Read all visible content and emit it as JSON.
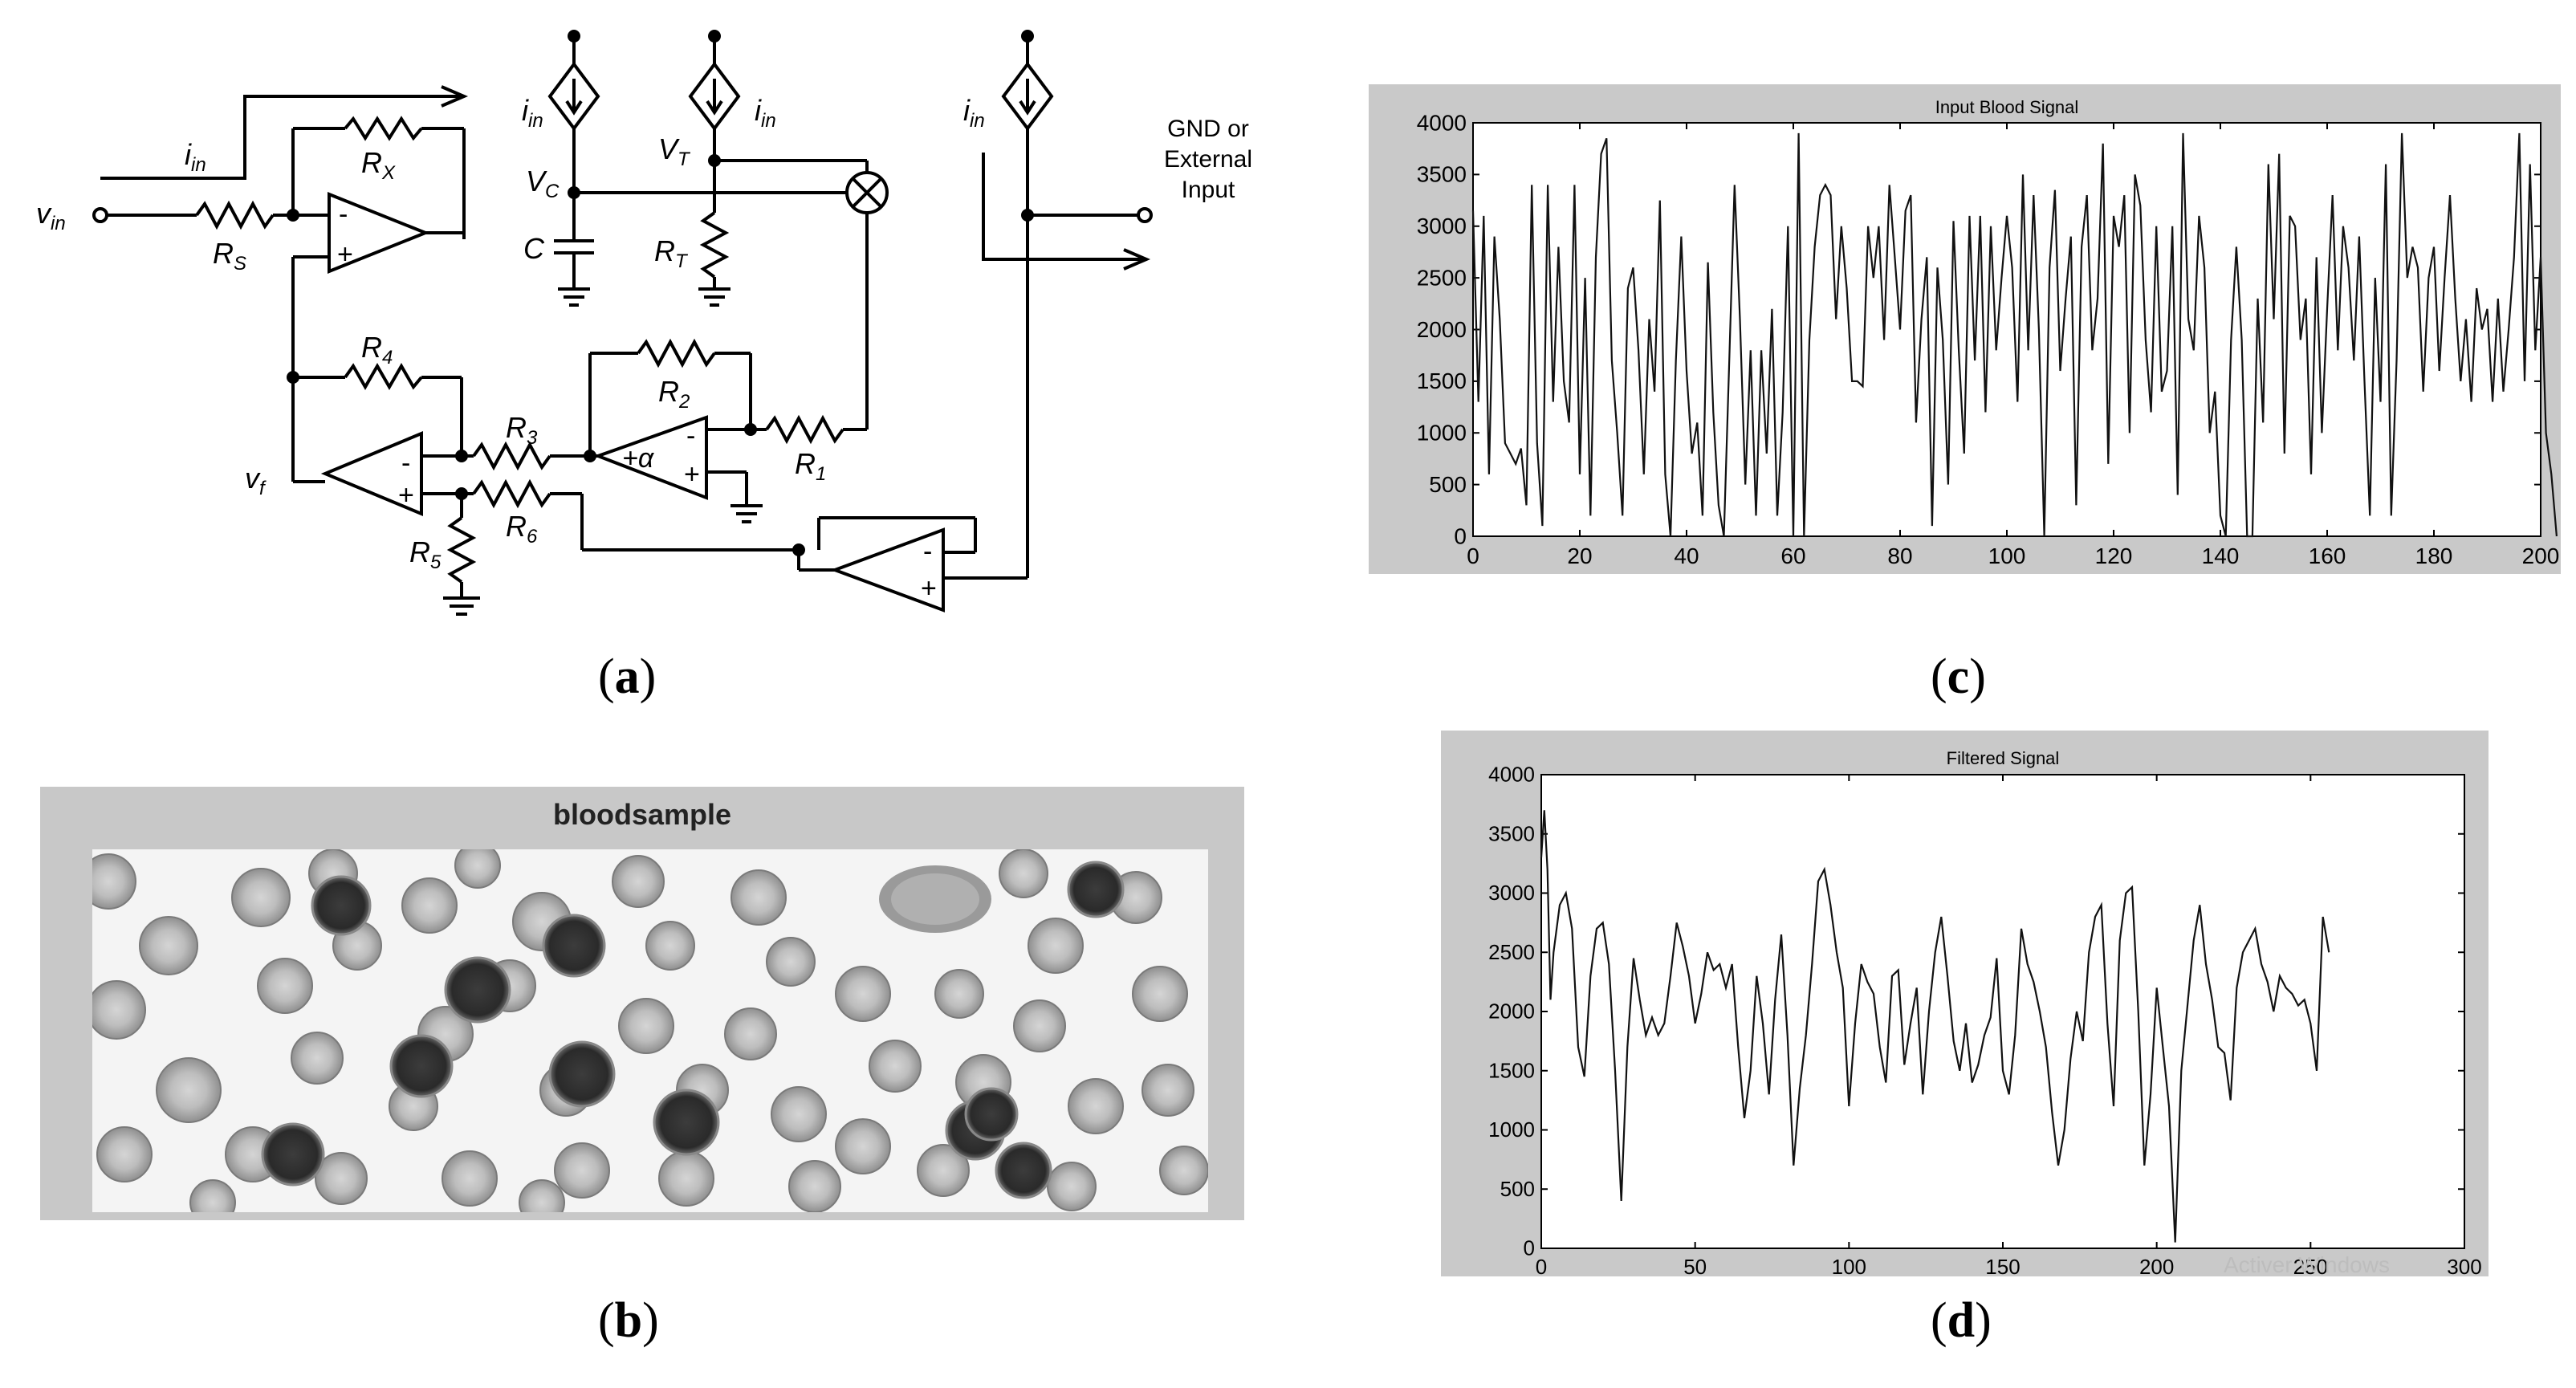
{
  "captions": {
    "a": "a",
    "b": "b",
    "c": "c",
    "d": "d"
  },
  "circuit": {
    "labels": {
      "vin": "v",
      "vin_sub": "in",
      "iin_top": "i",
      "iin_top_sub": "in",
      "rs": "R",
      "rs_sub": "S",
      "rx": "R",
      "rx_sub": "X",
      "iin_c": "i",
      "iin_c_sub": "in",
      "vc": "V",
      "vc_sub": "C",
      "c": "C",
      "vt": "V",
      "vt_sub": "T",
      "iin_t": "i",
      "iin_t_sub": "in",
      "rt": "R",
      "rt_sub": "T",
      "iin_r": "i",
      "iin_r_sub": "in",
      "gnd_ext": [
        "GND or",
        "External",
        "Input"
      ],
      "r4": "R",
      "r4_sub": "4",
      "r2": "R",
      "r2_sub": "2",
      "r3": "R",
      "r3_sub": "3",
      "r1": "R",
      "r1_sub": "1",
      "r5": "R",
      "r5_sub": "5",
      "r6": "R",
      "r6_sub": "6",
      "vf": "v",
      "vf_sub": "f",
      "alpha": "+α",
      "minus": "-",
      "plus": "+"
    }
  },
  "blood_image": {
    "title": "bloodsample"
  },
  "chart_data": [
    {
      "type": "line",
      "title": "Input Blood Signal",
      "xlim": [
        0,
        200
      ],
      "ylim": [
        0,
        4000
      ],
      "xticks": [
        0,
        20,
        40,
        60,
        80,
        100,
        120,
        140,
        160,
        180,
        200
      ],
      "yticks": [
        0,
        500,
        1000,
        1500,
        2000,
        2500,
        3000,
        3500,
        4000
      ],
      "x_start": 0,
      "x_step": 1,
      "y": [
        3150,
        1300,
        3100,
        600,
        2900,
        2100,
        900,
        800,
        700,
        850,
        300,
        3400,
        900,
        100,
        3400,
        1300,
        2800,
        1500,
        1100,
        3400,
        600,
        2500,
        200,
        2700,
        3700,
        3850,
        1700,
        1000,
        200,
        2400,
        2600,
        1800,
        600,
        2100,
        1400,
        3250,
        600,
        0,
        1700,
        2900,
        1600,
        800,
        1100,
        200,
        2650,
        1200,
        300,
        0,
        1700,
        3400,
        2100,
        500,
        1800,
        200,
        1800,
        800,
        2200,
        200,
        1200,
        3000,
        0,
        3900,
        0,
        1900,
        2800,
        3300,
        3400,
        3300,
        2100,
        3000,
        2400,
        1500,
        1500,
        1450,
        3000,
        2500,
        3000,
        1900,
        3400,
        2700,
        2000,
        3150,
        3300,
        1100,
        2100,
        2700,
        100,
        2600,
        1900,
        500,
        3050,
        1800,
        800,
        3100,
        1700,
        3100,
        1200,
        3000,
        1800,
        2500,
        3100,
        2600,
        1300,
        3500,
        1800,
        3300,
        2000,
        0,
        2600,
        3350,
        1600,
        2300,
        2900,
        300,
        2800,
        3300,
        1800,
        2300,
        3800,
        700,
        3100,
        2800,
        3300,
        1000,
        3500,
        3200,
        1900,
        1200,
        3000,
        1400,
        1600,
        3000,
        400,
        3900,
        2100,
        1800,
        3100,
        2600,
        1000,
        1400,
        200,
        0,
        1900,
        2800,
        1900,
        0,
        0,
        2300,
        1100,
        3600,
        2100,
        3700,
        800,
        3100,
        3000,
        1900,
        2300,
        600,
        2700,
        1000,
        2200,
        3300,
        1800,
        3000,
        2600,
        1700,
        2900,
        1500,
        200,
        2500,
        1300,
        3600,
        200,
        1700,
        3900,
        2500,
        2800,
        2600,
        1400,
        2500,
        2800,
        1600,
        2500,
        3300,
        2300,
        1500,
        2100,
        1300,
        2400,
        2000,
        2200,
        1300,
        2300,
        1400,
        2000,
        2700,
        3900,
        1500,
        3600,
        1800,
        2700,
        1000,
        600,
        0
      ]
    },
    {
      "type": "line",
      "title": "Filtered Signal",
      "xlim": [
        0,
        300
      ],
      "ylim": [
        0,
        4000
      ],
      "xticks": [
        0,
        50,
        100,
        150,
        200,
        250,
        300
      ],
      "yticks": [
        0,
        500,
        1000,
        1500,
        2000,
        2500,
        3000,
        3500,
        4000
      ],
      "x": [
        0,
        1,
        2,
        3,
        4,
        6,
        8,
        10,
        12,
        14,
        16,
        18,
        20,
        22,
        24,
        26,
        28,
        30,
        32,
        34,
        36,
        38,
        40,
        42,
        44,
        46,
        48,
        50,
        52,
        54,
        56,
        58,
        60,
        62,
        64,
        66,
        68,
        70,
        72,
        74,
        76,
        78,
        80,
        82,
        84,
        86,
        88,
        90,
        92,
        94,
        96,
        98,
        100,
        102,
        104,
        106,
        108,
        110,
        112,
        114,
        116,
        118,
        120,
        122,
        124,
        126,
        128,
        130,
        132,
        134,
        136,
        138,
        140,
        142,
        144,
        146,
        148,
        150,
        152,
        154,
        156,
        158,
        160,
        162,
        164,
        166,
        168,
        170,
        172,
        174,
        176,
        178,
        180,
        182,
        184,
        186,
        188,
        190,
        192,
        194,
        196,
        198,
        200,
        202,
        204,
        206,
        208,
        210,
        212,
        214,
        216,
        218,
        220,
        222,
        224,
        226,
        228,
        230,
        232,
        234,
        236,
        238,
        240,
        242,
        244,
        246,
        248,
        250,
        252,
        254,
        256
      ],
      "y": [
        3300,
        3700,
        3200,
        2100,
        2500,
        2900,
        3000,
        2700,
        1700,
        1450,
        2300,
        2700,
        2750,
        2400,
        1500,
        400,
        1700,
        2450,
        2100,
        1800,
        1950,
        1800,
        1900,
        2300,
        2750,
        2550,
        2300,
        1900,
        2150,
        2500,
        2350,
        2400,
        2200,
        2400,
        1700,
        1100,
        1500,
        2300,
        1900,
        1300,
        2100,
        2650,
        1800,
        700,
        1350,
        1800,
        2400,
        3100,
        3200,
        2900,
        2500,
        2200,
        1200,
        1900,
        2400,
        2250,
        2150,
        1700,
        1400,
        2300,
        2350,
        1550,
        1900,
        2200,
        1300,
        2000,
        2500,
        2800,
        2300,
        1750,
        1500,
        1900,
        1400,
        1550,
        1800,
        1950,
        2450,
        1500,
        1300,
        1800,
        2700,
        2400,
        2250,
        2000,
        1700,
        1150,
        700,
        1000,
        1600,
        2000,
        1750,
        2500,
        2800,
        2900,
        1900,
        1200,
        2600,
        3000,
        3050,
        2000,
        700,
        1300,
        2200,
        1700,
        1200,
        50,
        1500,
        2050,
        2600,
        2900,
        2400,
        2100,
        1700,
        1650,
        1250,
        2200,
        2500,
        2600,
        2700,
        2400,
        2250,
        2000,
        2300,
        2200,
        2150,
        2050,
        2100,
        1900,
        1500,
        2800,
        2500
      ]
    }
  ],
  "watermark": "Activer Windows"
}
